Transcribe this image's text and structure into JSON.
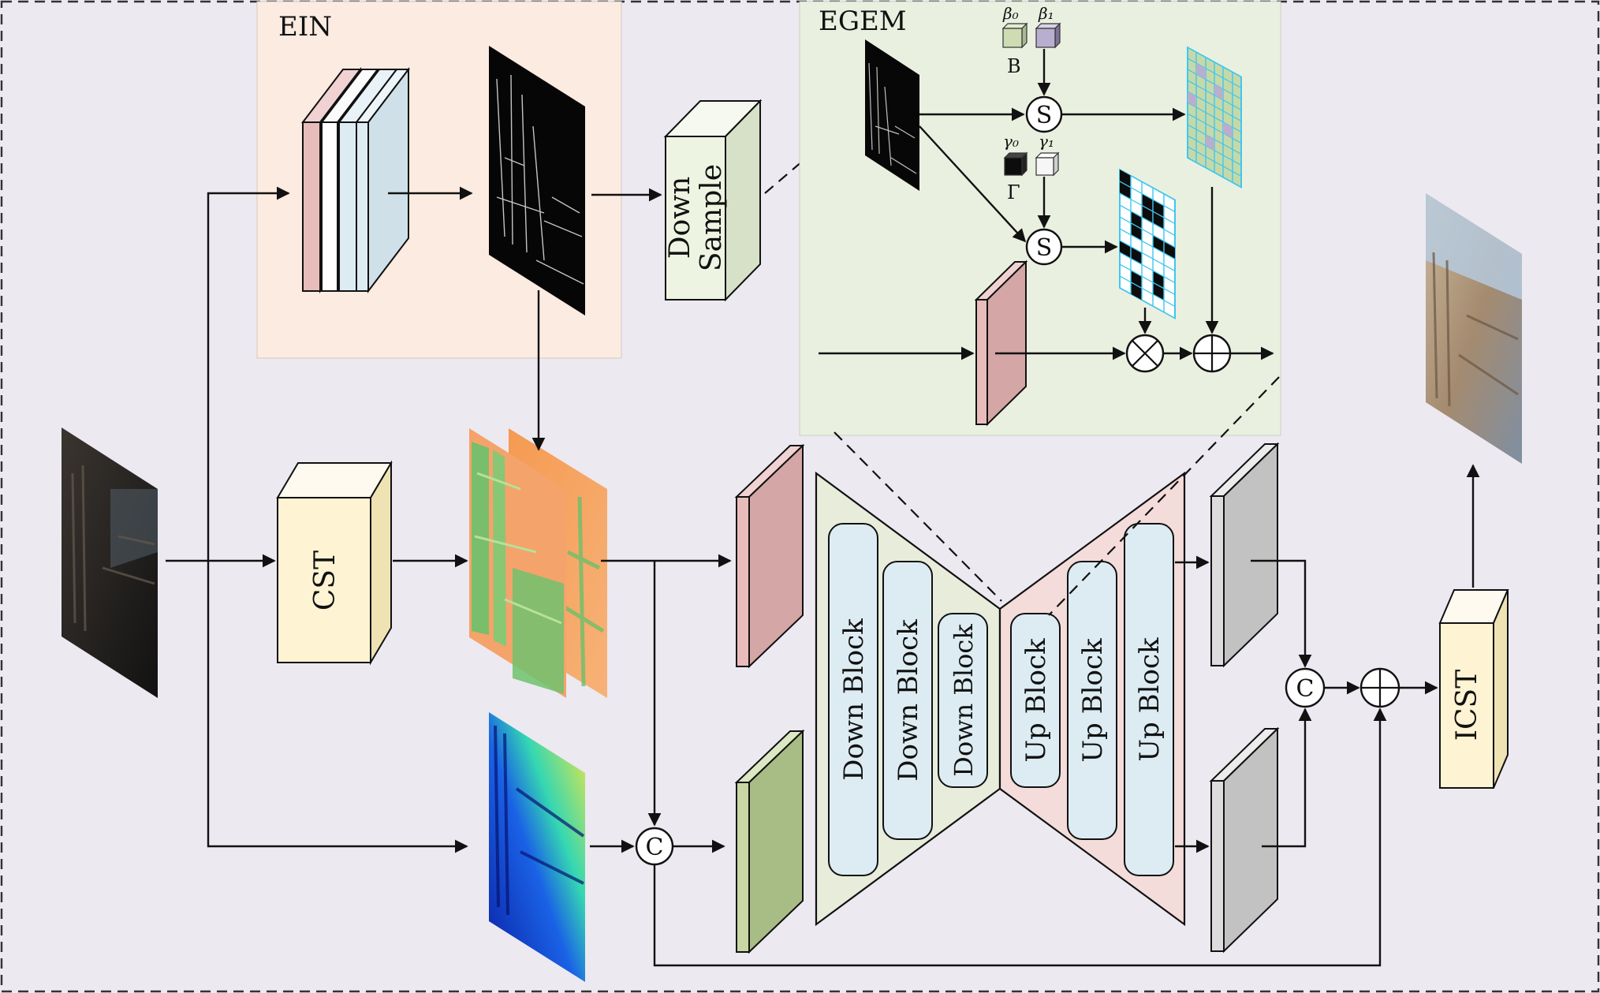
{
  "modules": {
    "ein": "EIN",
    "egem": "EGEM",
    "down_sample": "Down Sample",
    "cst": "CST",
    "icst": "ICST"
  },
  "egem_params": {
    "beta0": "β₀",
    "beta1": "β₁",
    "beta": "B",
    "gamma0": "γ₀",
    "gamma1": "γ₁",
    "gamma": "Γ"
  },
  "operators": {
    "select": "S",
    "concat": "C"
  },
  "unet": {
    "down_blocks": [
      "Down Block",
      "Down Block",
      "Down Block"
    ],
    "up_blocks": [
      "Up Block",
      "Up Block",
      "Up Block"
    ]
  },
  "colors": {
    "background": "#ece9f1",
    "ein_panel": "#fcebe0",
    "egem_panel": "#eaf0e0",
    "block_yellow": "#fef3d2",
    "block_pink": "#e8bcbb",
    "block_green": "#c7d8a4",
    "block_gray": "#dcdcdc",
    "block_lightblue": "#dcecf2",
    "block_sample": "#eef4e2"
  }
}
